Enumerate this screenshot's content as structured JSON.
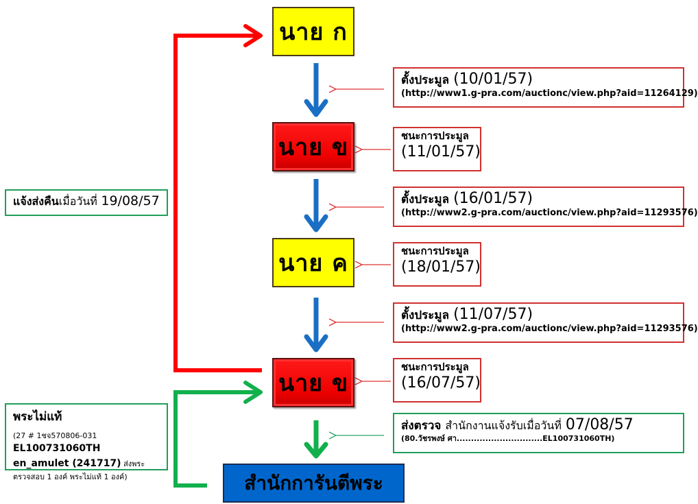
{
  "nodes": {
    "mr_a": {
      "label": "นาย ก",
      "color": "#ffff00"
    },
    "mr_b1": {
      "label": "นาย ข",
      "color": "#ff0000"
    },
    "mr_c": {
      "label": "นาย ค",
      "color": "#ffff00"
    },
    "mr_b2": {
      "label": "นาย ข",
      "color": "#ff0000"
    },
    "guarantee_office": {
      "label": "สำนักการันตีพระ",
      "color": "#0066cc"
    }
  },
  "events": [
    {
      "type": "auction_post",
      "label": "ตั้งประมูล",
      "date": "(10/01/57)",
      "url": "(http://www1.g-pra.com/auctionc/view.php?aid=11264129)"
    },
    {
      "type": "auction_win",
      "label": "ชนะการประมูล",
      "date": "(11/01/57)"
    },
    {
      "type": "auction_post",
      "label": "ตั้งประมูล",
      "date": "(16/01/57)",
      "url": "(http://www2.g-pra.com/auctionc/view.php?aid=11293576)"
    },
    {
      "type": "auction_win",
      "label": "ชนะการประมูล",
      "date": "(18/01/57)"
    },
    {
      "type": "auction_post",
      "label": "ตั้งประมูล",
      "date": "(11/07/57)",
      "url": "(http://www2.g-pra.com/auctionc/view.php?aid=11293576)"
    },
    {
      "type": "auction_win",
      "label": "ชนะการประมูล",
      "date": "(16/07/57)"
    },
    {
      "type": "sent_for_check",
      "label": "ส่งตรวจ",
      "text": "สำนักงานแจ้งรับเมื่อวันที่",
      "date": "07/08/57",
      "detail": "(80.วัชรพงษ์ ศา..............................EL100731060TH)"
    }
  ],
  "return_notice": {
    "label": "แจ้งส่งคืนเมื่อวันที่",
    "label_bold": "แจ้งส่งคืน",
    "label_rest": "เมื่อวันที่",
    "date": "19/08/57"
  },
  "result_box": {
    "title": "พระไม่แท้",
    "detail_prefix": "(27 # 1ชจ570806-031 ",
    "tracking": "EL100731060TH",
    "user": "en_amulet (241717)",
    "detail_suffix": " ส่งพระตรวจสอบ 1 องค์ พระไม่แท้ 1 องค์)"
  },
  "colors": {
    "flow_arrow": "#1a6fc4",
    "return_arrow": "#ff0000",
    "guarantee_arrow": "#12b04c",
    "info_border_red": "#d03030",
    "info_border_green": "#1e9e5a"
  }
}
